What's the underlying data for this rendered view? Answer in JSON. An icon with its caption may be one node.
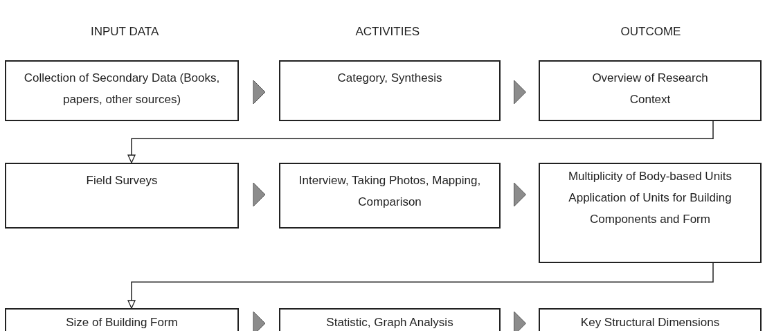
{
  "diagram": {
    "nodes": [
      {
        "text": [
          "Collection of Secondary Data (Books, papers, other sources)"
        ]
      },
      {
        "text": [
          "Category, Synthesis"
        ]
      },
      {
        "text": [
          "Overview of Research Context"
        ]
      },
      {
        "text": [
          "Field Surveys"
        ]
      },
      {
        "text": [
          "Interview, Taking Photos, Mapping, Comparison"
        ]
      },
      {
        "text": [
          "Multiplicity of Body-based Units",
          "Application of Units for Building Components and Form"
        ]
      },
      {
        "text": [
          "Size of Building Form"
        ]
      },
      {
        "text": [
          "Statistic, Graph Analysis"
        ]
      },
      {
        "text": [
          "Key Structural Dimensions"
        ]
      }
    ],
    "edges": [
      {
        "from": 0,
        "to": 1,
        "arrow": "to"
      },
      {
        "from": 1,
        "to": 2,
        "arrow": "to"
      },
      {
        "from": 2,
        "to": 3,
        "arrow": "to"
      },
      {
        "from": 3,
        "to": 4,
        "arrow": "to"
      },
      {
        "from": 4,
        "to": 5,
        "arrow": "to"
      },
      {
        "from": 5,
        "to": 6,
        "arrow": "to"
      },
      {
        "from": 6,
        "to": 7,
        "arrow": "to"
      },
      {
        "from": 7,
        "to": 8,
        "arrow": "to"
      }
    ],
    "labels": [
      "INPUT DATA",
      "ACTIVITIES",
      "OUTCOME"
    ]
  }
}
